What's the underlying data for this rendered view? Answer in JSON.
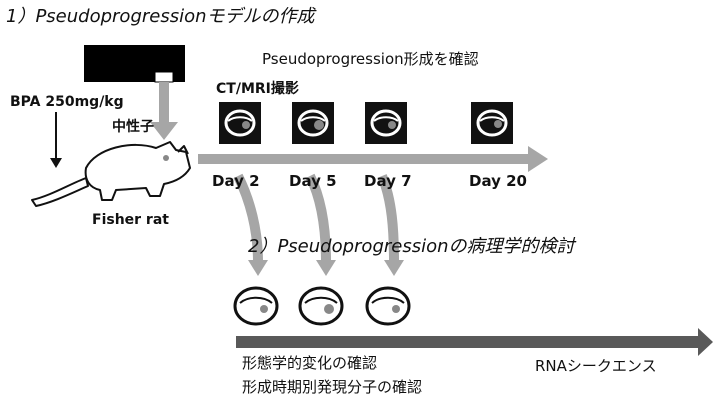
{
  "heading1": "1）Pseudoprogressionモデルの作成",
  "heading2": "2）Pseudoprogressionの病理学的検討",
  "pseudo_confirm": "Pseudoprogression形成を確認",
  "imaging_label": "CT/MRI撮影",
  "dose_label": "BPA 250mg/kg",
  "neutron_label": "中性子",
  "animal_label": "Fisher rat",
  "days": [
    "Day 2",
    "Day 5",
    "Day 7",
    "Day 20"
  ],
  "bottom_left": [
    "形態学的変化の確認",
    "形成時期別発現分子の確認"
  ],
  "bottom_right": "RNAシークエンス",
  "colors": {
    "arrow_gray": "#a6a6a6",
    "dark_arrow": "#595959",
    "scan_bg": "#111111"
  }
}
